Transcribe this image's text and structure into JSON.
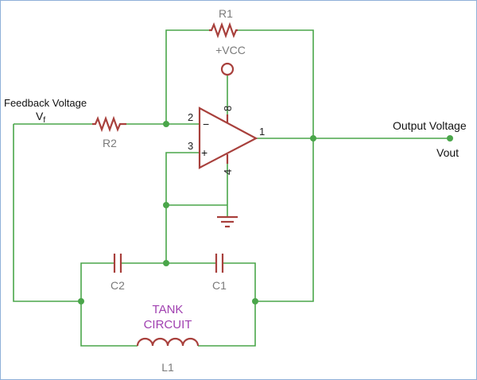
{
  "labels": {
    "r1": "R1",
    "r2": "R2",
    "c1": "C1",
    "c2": "C2",
    "l1": "L1",
    "vcc": "+VCC",
    "feedback_voltage": "Feedback Voltage",
    "vf_main": "V",
    "vf_sub": "f",
    "output_voltage": "Output Voltage",
    "vout": "Vout",
    "tank_line1": "TANK",
    "tank_line2": "CIRCUIT"
  },
  "pins": {
    "inverting": "2",
    "noninverting": "3",
    "output": "1",
    "power": "8",
    "ground": "4",
    "minus_sign": "−",
    "plus_sign": "+"
  },
  "colors": {
    "wire": "#4aa64a",
    "component": "#a8403c",
    "label": "#7a7a7a",
    "tank_text": "#a040b0"
  }
}
